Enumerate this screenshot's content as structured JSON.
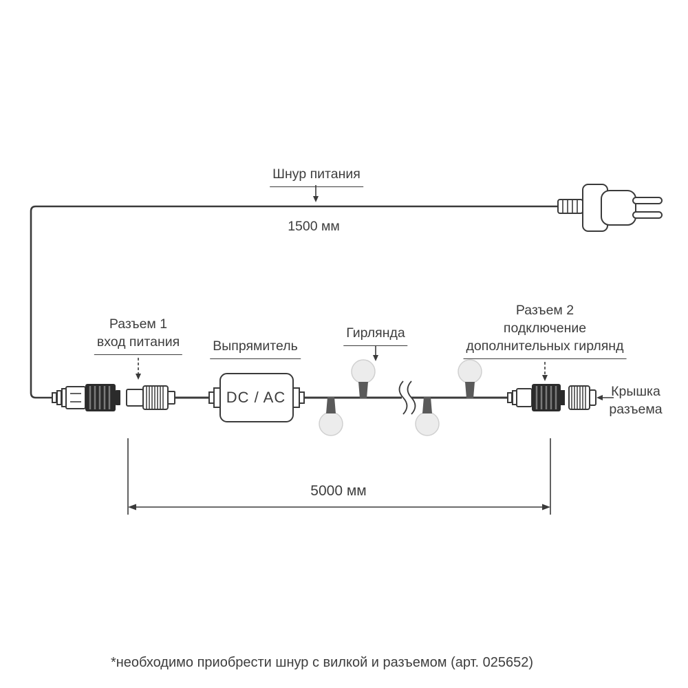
{
  "diagram": {
    "power_cord_label": "Шнур питания",
    "power_cord_length": "1500 мм",
    "connector1": {
      "line1": "Разъем 1",
      "line2": "вход питания"
    },
    "rectifier_label": "Выпрямитель",
    "rectifier_box": "DC / AC",
    "garland_label": "Гирлянда",
    "connector2": {
      "line1": "Разъем 2",
      "line2": "подключение",
      "line3": "дополнительных гирлянд"
    },
    "cap": {
      "line1": "Крышка",
      "line2": "разъема"
    },
    "garland_length": "5000 мм",
    "footnote": "*необходимо приобрести шнур с вилкой и разъемом (арт. 025652)"
  },
  "colors": {
    "line": "#3a3a3a",
    "text": "#3d3d3d",
    "dark": "#2b2b2b",
    "bulb": "#ececec",
    "socket": "#5a5a5a"
  }
}
